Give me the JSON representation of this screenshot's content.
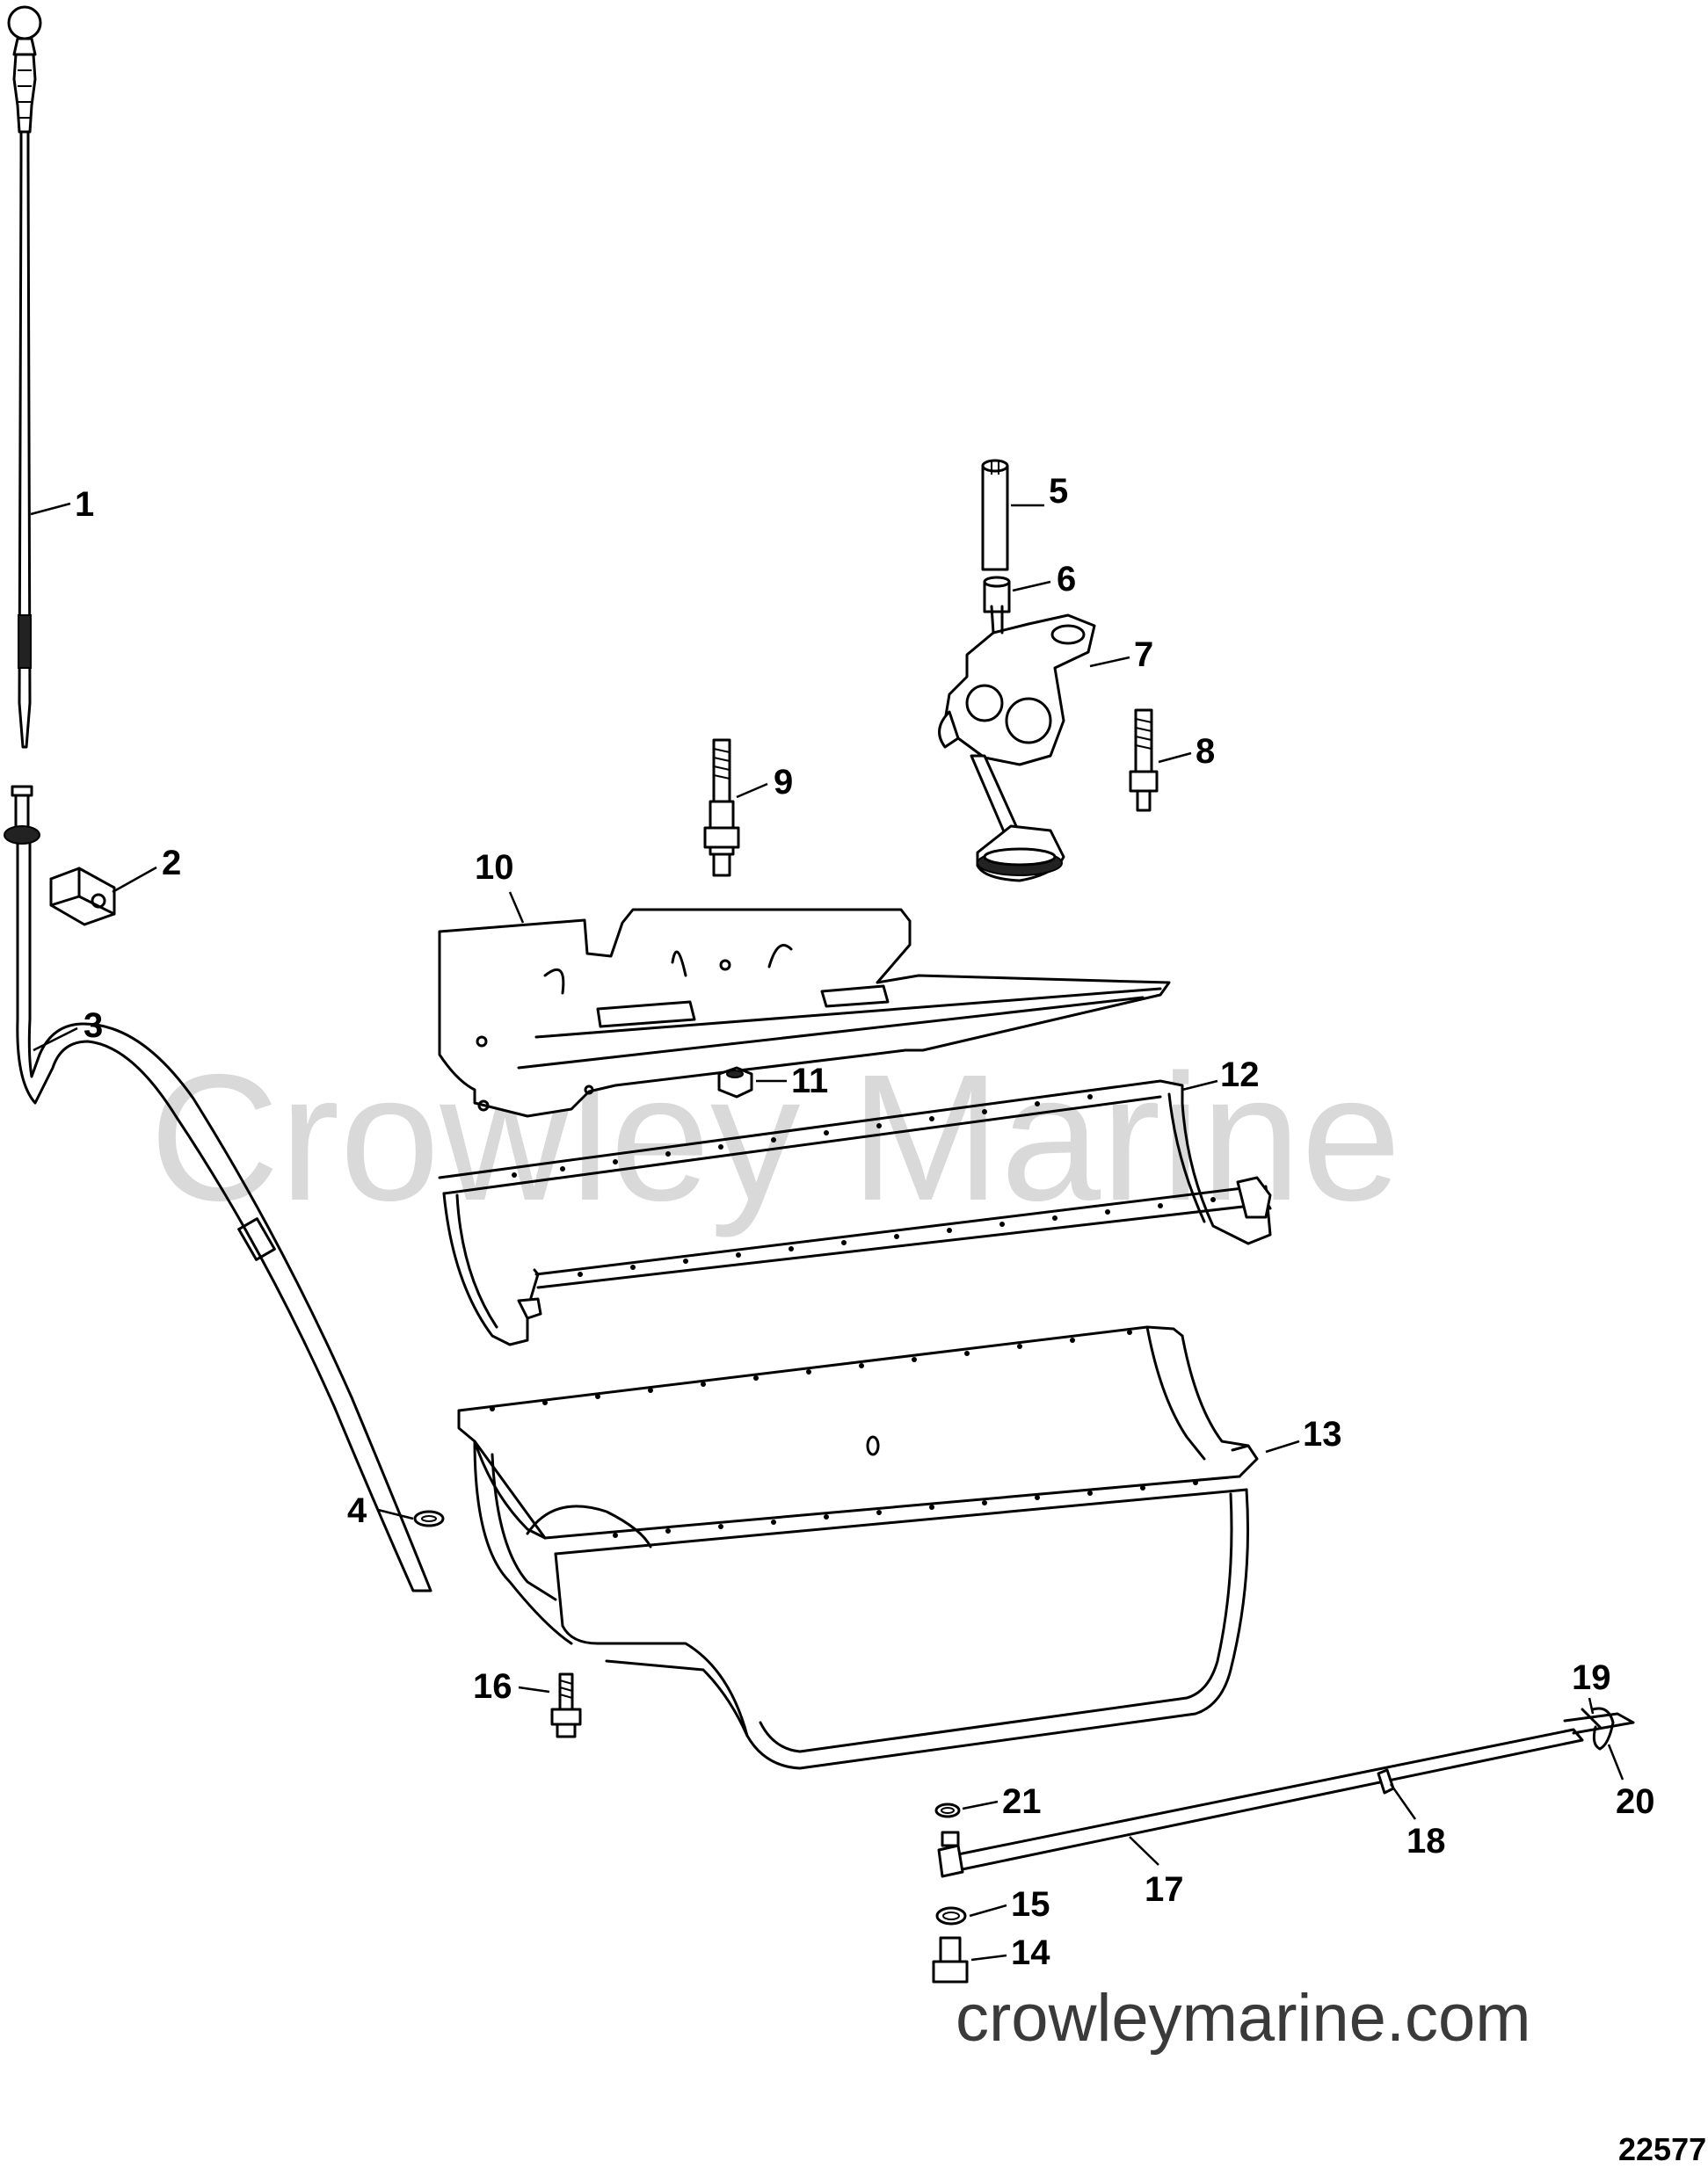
{
  "watermark_text": "Crowley Marine",
  "website": "crowleymarine.com",
  "figure_number": "22577",
  "callouts": [
    "1",
    "2",
    "3",
    "4",
    "5",
    "6",
    "7",
    "8",
    "9",
    "10",
    "11",
    "12",
    "13",
    "14",
    "15",
    "16",
    "17",
    "18",
    "19",
    "20",
    "21"
  ]
}
